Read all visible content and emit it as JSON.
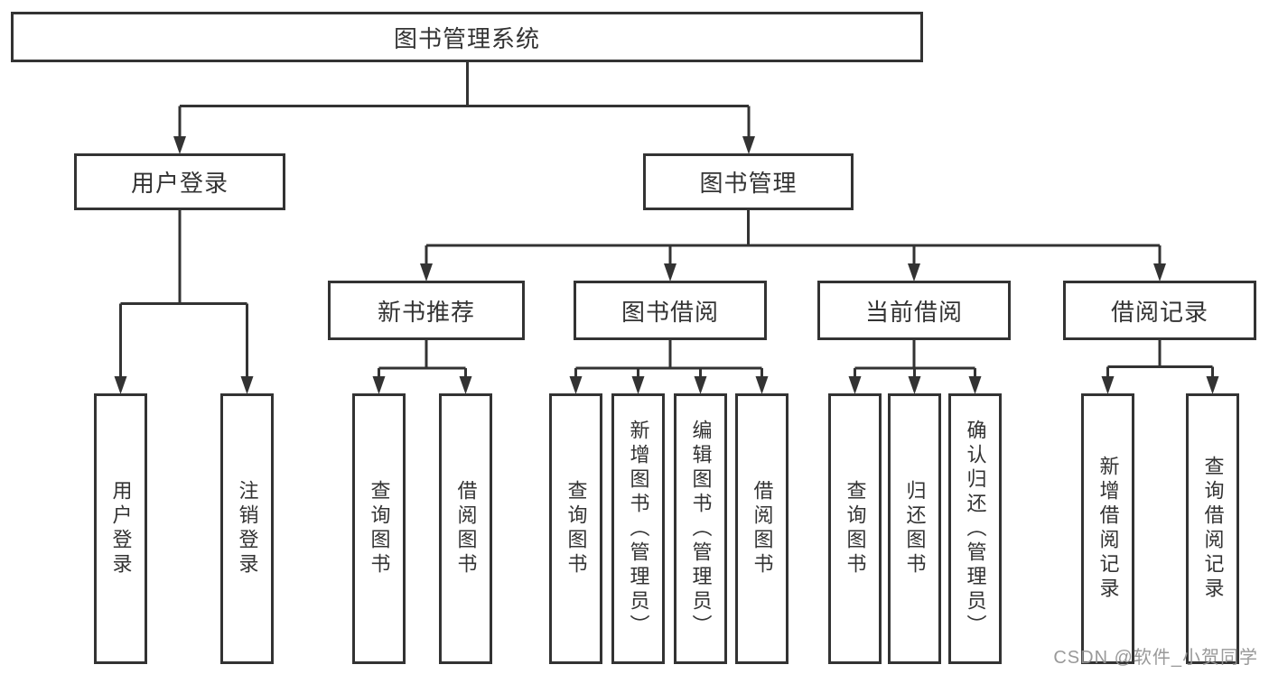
{
  "tree": {
    "root": {
      "label": "图书管理系统"
    },
    "level2": [
      {
        "label": "用户登录",
        "children": [
          "用户登录",
          "注销登录"
        ]
      },
      {
        "label": "图书管理",
        "children": [
          {
            "label": "新书推荐",
            "children": [
              "查询图书",
              "借阅图书"
            ]
          },
          {
            "label": "图书借阅",
            "children": [
              "查询图书",
              "新增图书（管理员）",
              "编辑图书（管理员）",
              "借阅图书"
            ]
          },
          {
            "label": "当前借阅",
            "children": [
              "查询图书",
              "归还图书",
              "确认归还（管理员）"
            ]
          },
          {
            "label": "借阅记录",
            "children": [
              "新增借阅记录",
              "查询借阅记录"
            ]
          }
        ]
      }
    ]
  },
  "watermark": "CSDN @软件_小贺同学",
  "colors": {
    "line": "#333333",
    "text": "#333333",
    "box_background": "#ffffff",
    "watermark": "#949494"
  }
}
